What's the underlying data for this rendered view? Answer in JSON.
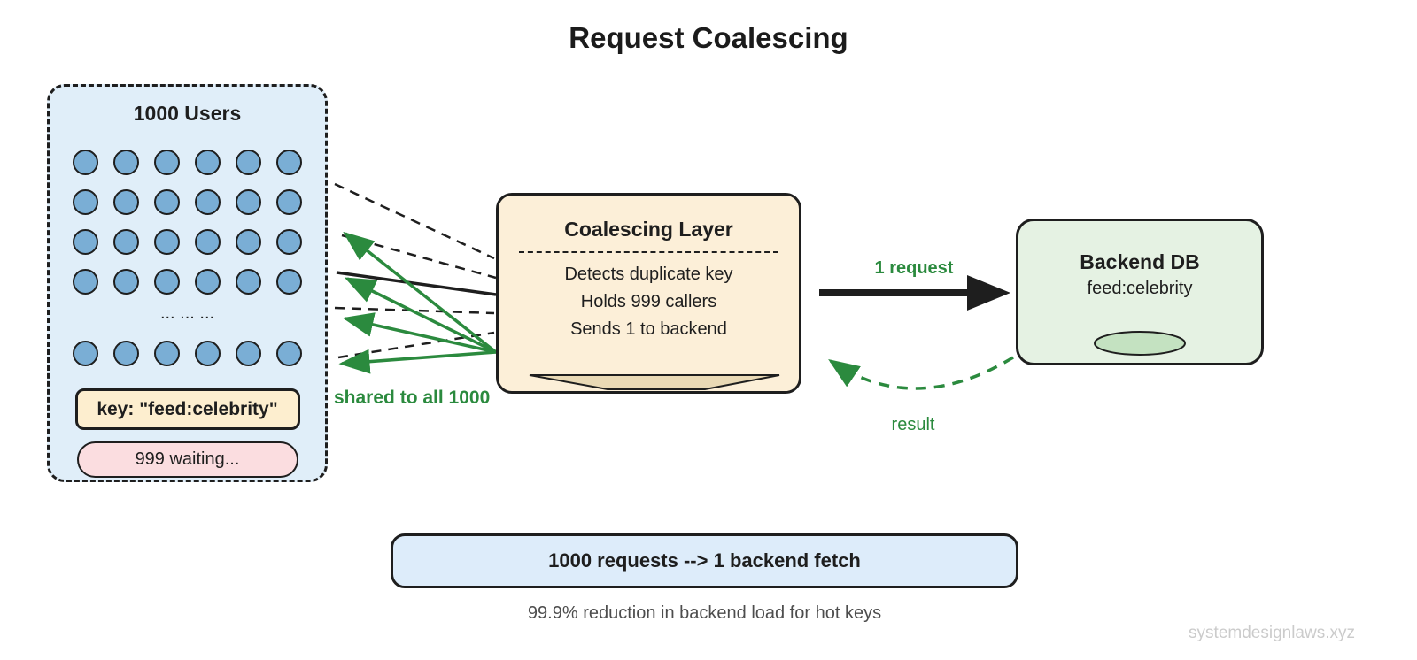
{
  "title": "Request Coalescing",
  "users_box": {
    "title": "1000 Users",
    "grid": {
      "cols": 6,
      "rows_above": 4,
      "rows_below": 1
    },
    "ellipsis": "... ... ...",
    "key_label": "key: \"feed:celebrity\"",
    "waiting_label": "999 waiting..."
  },
  "coalescing_box": {
    "title": "Coalescing Layer",
    "lines": [
      "Detects duplicate key",
      "Holds 999 callers",
      "Sends 1 to backend"
    ]
  },
  "backend_box": {
    "title": "Backend DB",
    "subtitle": "feed:celebrity"
  },
  "labels": {
    "request": "1 request",
    "shared": "shared to all 1000",
    "result": "result"
  },
  "summary": {
    "box_text": "1000 requests --> 1 backend fetch",
    "caption": "99.9% reduction in backend load for hot keys"
  },
  "watermark": "systemdesignlaws.xyz",
  "colors": {
    "green_accent": "#2b8a3e",
    "users_fill": "#e0eef9",
    "user_dot_fill": "#7aaed5",
    "coalescing_fill": "#fcefd8",
    "funnel_fill": "#e9d9b5",
    "backend_fill": "#e5f2e3",
    "db_ellipse_fill": "#c4e2c1",
    "key_fill": "#fdeecf",
    "waiting_fill": "#fbdde0",
    "summary_fill": "#ddecfa",
    "ink": "#1e1e1e",
    "caption_gray": "#4d4d4d",
    "watermark_gray": "#cbcbcb"
  }
}
